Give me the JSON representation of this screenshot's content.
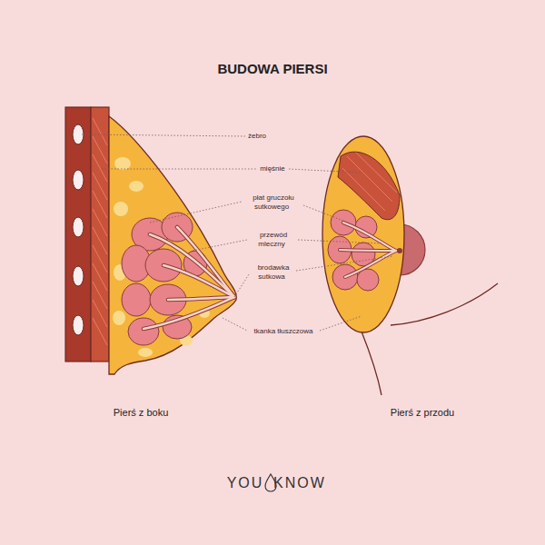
{
  "diagram": {
    "title": "BUDOWA PIERSI",
    "labels": [
      "żebro",
      "mięśnie",
      "płat gruczołu sutkowego",
      "przewód mleczny",
      "brodawka sutkowa",
      "tkanka tłuszczowa",
      "Pierś z boku",
      "Pierś z przodu",
      "YOU",
      "KNOW"
    ]
  }
}
